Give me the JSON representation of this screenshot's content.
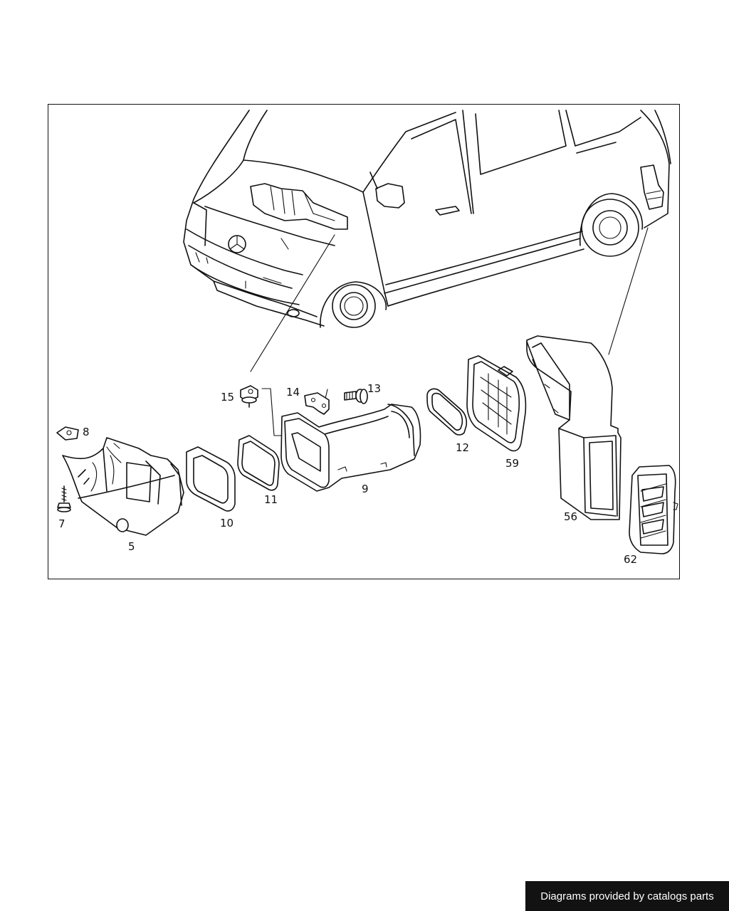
{
  "diagram": {
    "part_numbers": {
      "p5": "5",
      "p7": "7",
      "p8": "8",
      "p9": "9",
      "p10": "10",
      "p11": "11",
      "p12": "12",
      "p13": "13",
      "p14": "14",
      "p15": "15",
      "p56": "56",
      "p59": "59",
      "p62": "62"
    }
  },
  "watermark": {
    "text": "Diagrams provided by catalogs parts"
  },
  "colors": {
    "line": "#111111",
    "background": "#ffffff",
    "watermark_background": "#121212",
    "watermark_text": "#ffffff"
  }
}
